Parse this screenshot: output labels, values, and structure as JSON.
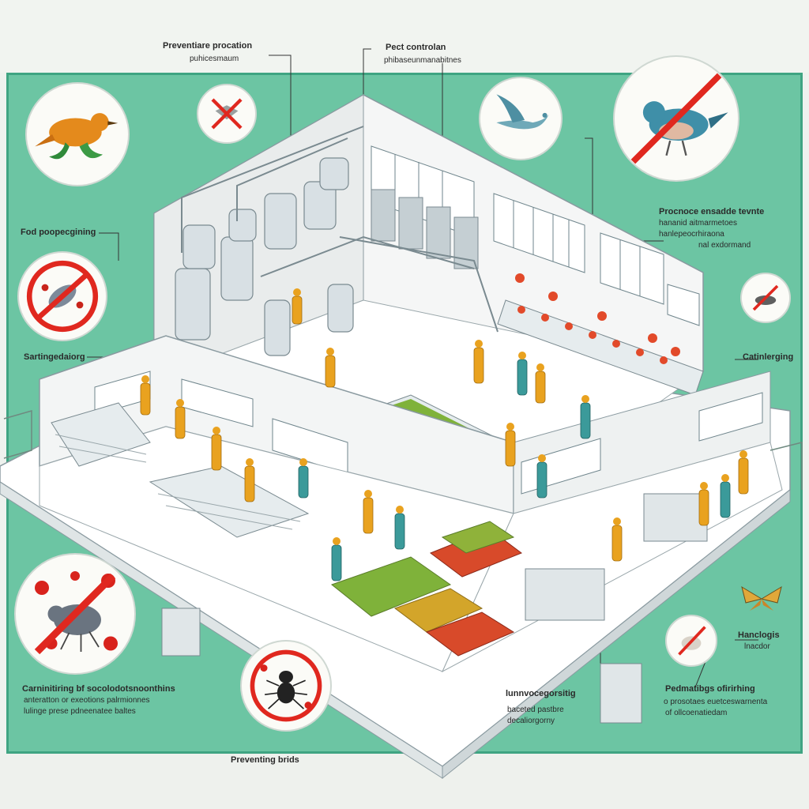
{
  "colors": {
    "background_green": "#6cc5a3",
    "worker_orange": "#e9a21f",
    "scrubs_teal": "#3b9a9a",
    "prohibit_red": "#e0281f",
    "steel": "#c9d3d8"
  },
  "labels": {
    "top_left_title": "Preventiare procation",
    "top_left_sub": "puhicesmaum",
    "top_center_title": "Pect controlan",
    "top_center_sub": "phibaseunmanabitnes",
    "left_food": "Fod poopecgining",
    "left_sanitation": "Sartingedaiorg",
    "right_proc_1": "Procnoce ensadde tevnte",
    "right_proc_2": "hananid aitmarmetoes",
    "right_proc_3": "hanlepeocrhiraona",
    "right_proc_4": "nal exdormand",
    "right_cleaning": "Catinlerging",
    "right_hanclogo": "Hanclogis",
    "right_hanclogo_sub": "lnacdor",
    "bottom_left_1": "Carninitiring bf socolodotsnoonthins",
    "bottom_left_2": "anteratton or exeotions palrmionnes",
    "bottom_left_3": "lulinge prese pdneenatee baltes",
    "bottom_center_1": "lunnvocegorsitig",
    "bottom_center_2": "baceted pastbre",
    "bottom_center_3": "decaliorgorny",
    "bottom_right_1": "Pedmatibgs ofirirhing",
    "bottom_right_2": "o prosotaes euetceswarnenta",
    "bottom_right_3": "of ollcoenatiedam",
    "footer": "Preventing brids"
  },
  "icons": [
    "songbird-icon",
    "no-flying-insect-icon",
    "flying-bird-icon",
    "no-bird-icon",
    "no-cockroach-icon",
    "no-rodent-icon",
    "no-beetle-icon",
    "no-ant-icon",
    "moth-icon",
    "no-bird-perched-icon"
  ]
}
